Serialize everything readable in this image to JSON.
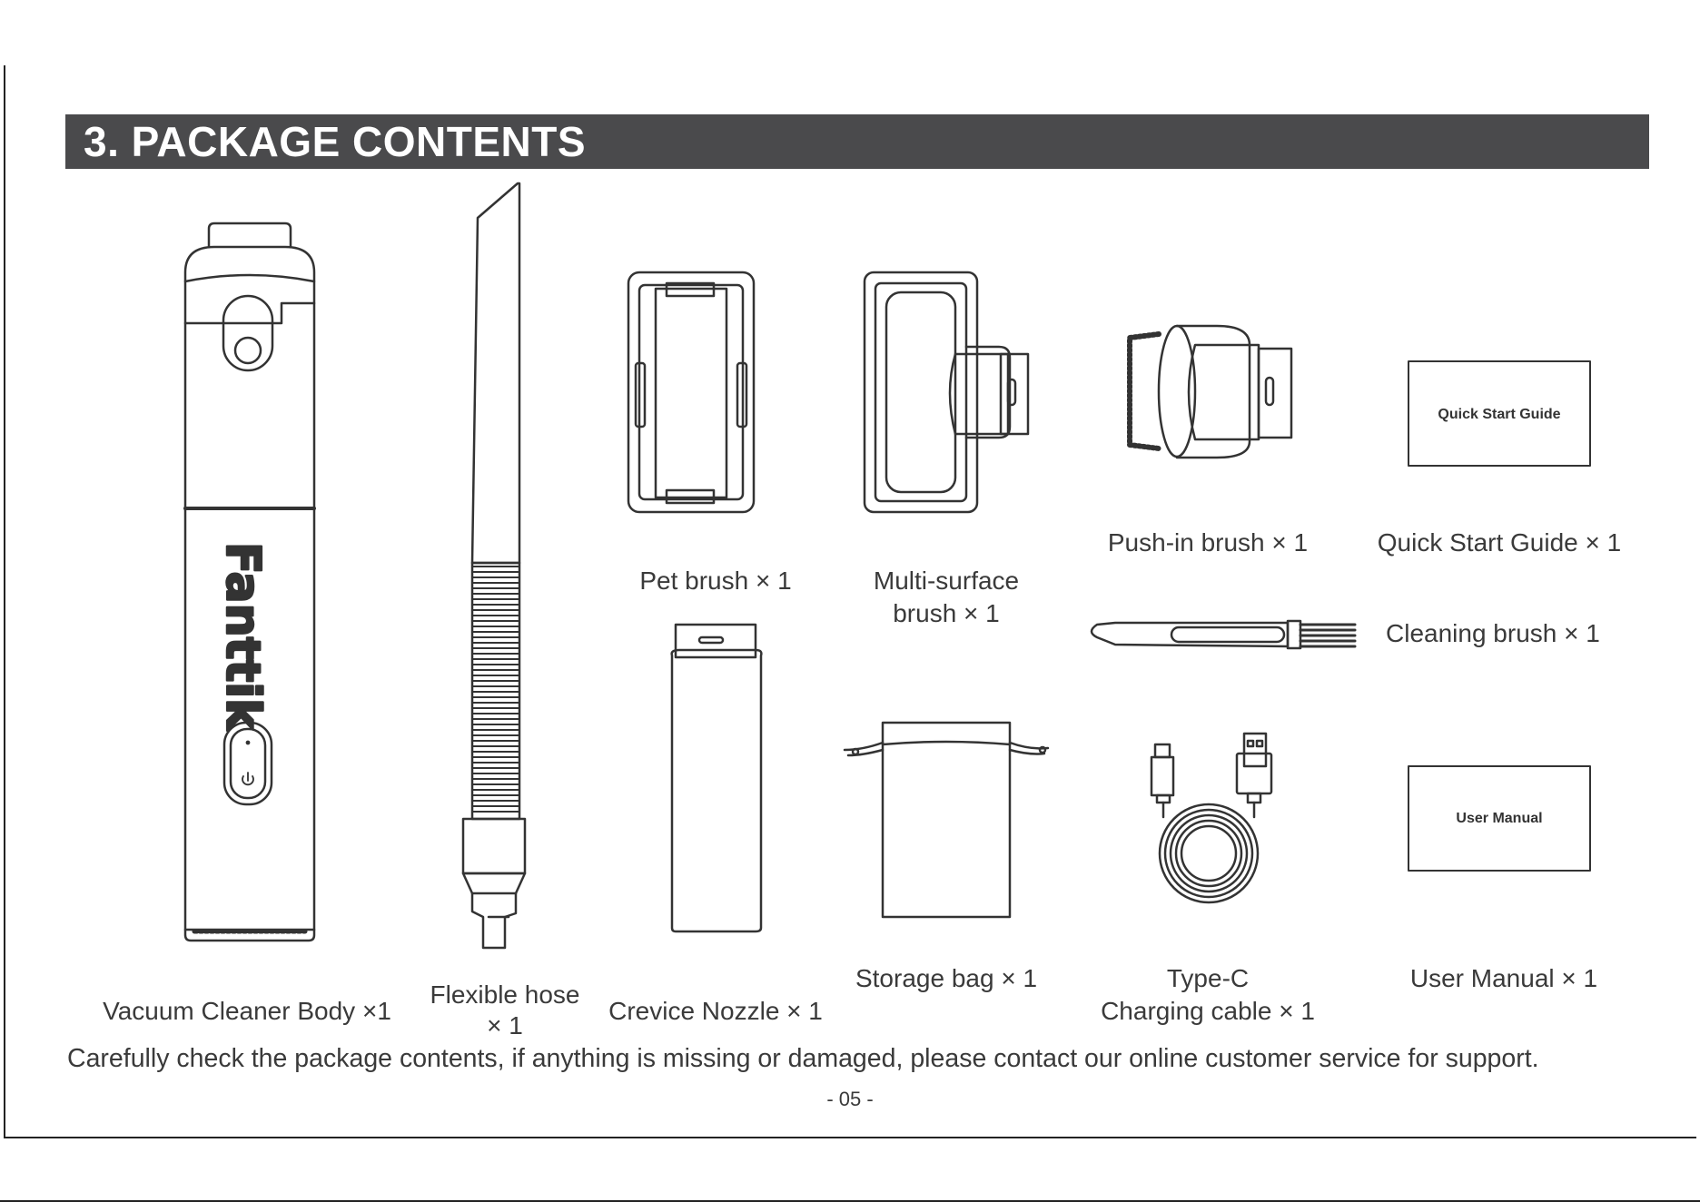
{
  "header": {
    "title": "3. PACKAGE CONTENTS"
  },
  "items": {
    "vacuum_body": "Vacuum Cleaner Body ×1",
    "flexible_hose_line1": "Flexible hose",
    "flexible_hose_line2": "× 1",
    "pet_brush": "Pet brush × 1",
    "multi_surface_line1": "Multi-surface",
    "multi_surface_line2": "brush × 1",
    "push_in_brush": "Push-in brush × 1",
    "quick_start_guide": "Quick Start Guide × 1",
    "cleaning_brush": "Cleaning brush × 1",
    "crevice_nozzle": "Crevice Nozzle × 1",
    "storage_bag": "Storage bag × 1",
    "type_c_line1": "Type-C",
    "type_c_line2": "Charging cable × 1",
    "user_manual": "User Manual × 1"
  },
  "box_labels": {
    "quick_start_guide": "Quick Start Guide",
    "user_manual": "User Manual"
  },
  "brand": "Fanttik",
  "notice": "Carefully check the package contents, if anything is missing or damaged, please contact our online customer service for support.",
  "page_number": "- 05 -",
  "colors": {
    "header_bg": "#4a4a4c",
    "line": "#333333"
  },
  "icons": [
    "power-icon"
  ]
}
